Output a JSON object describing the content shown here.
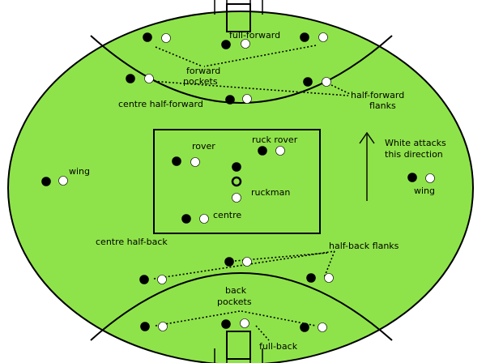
{
  "colors": {
    "field": "#8fe34a",
    "line": "#000000",
    "black_player": "#000000",
    "white_player": "#ffffff"
  },
  "labels": {
    "full_forward": "full-forward",
    "forward_pockets_1": "forward",
    "forward_pockets_2": "pockets",
    "half_forward_flanks_1": "half-forward",
    "half_forward_flanks_2": "flanks",
    "centre_half_forward": "centre half-forward",
    "rover": "rover",
    "ruck_rover": "ruck rover",
    "ruckman": "ruckman",
    "centre": "centre",
    "wing_left": "wing",
    "wing_right": "wing",
    "attack_1": "White attacks",
    "attack_2": "this direction",
    "centre_half_back": "centre half-back",
    "half_back_flanks": "half-back flanks",
    "back_pockets_1": "back",
    "back_pockets_2": "pockets",
    "full_back": "full-back"
  }
}
